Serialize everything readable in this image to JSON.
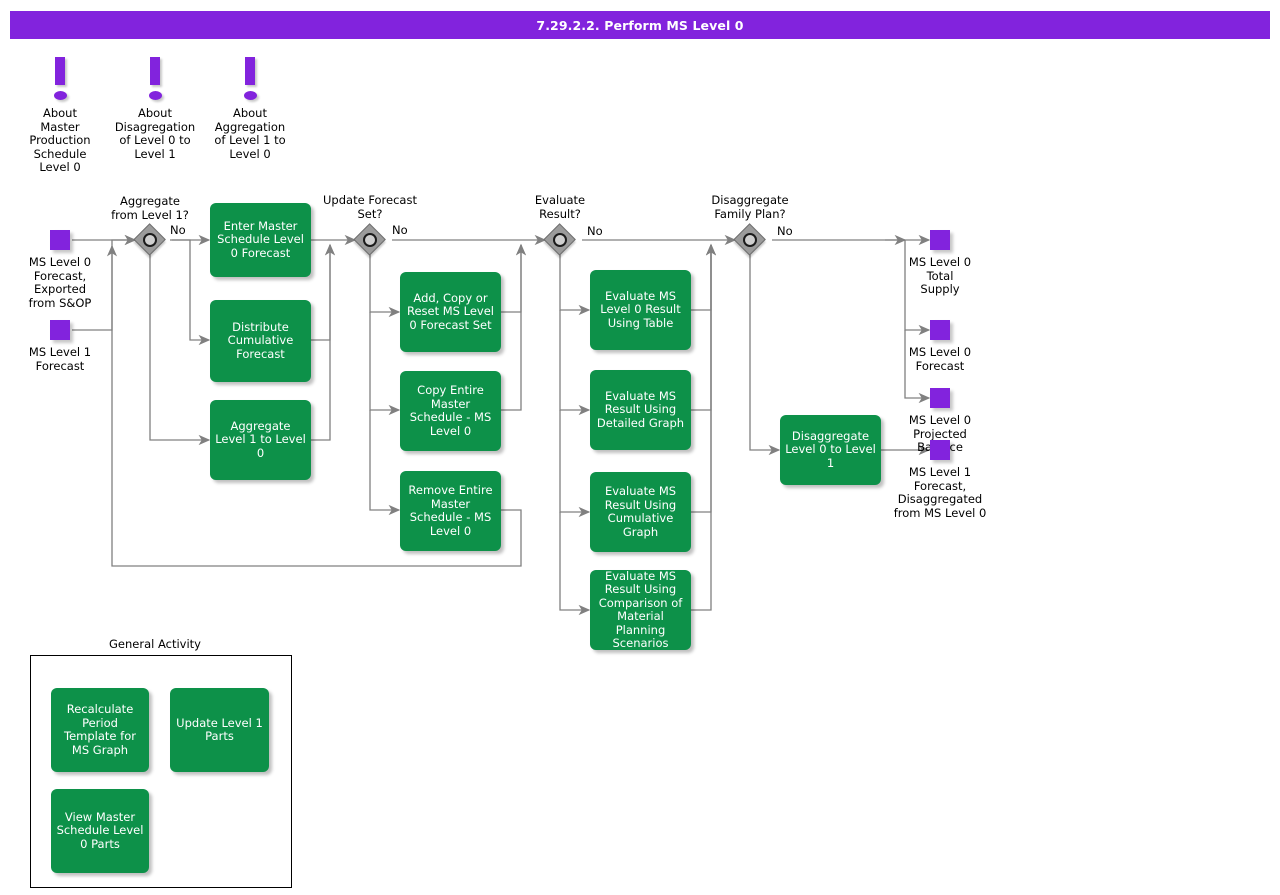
{
  "header": {
    "title": "7.29.2.2. Perform MS Level 0"
  },
  "colors": {
    "header_bg": "#8223dd",
    "activity_green": "#0d9149",
    "terminal_purple": "#8223dd",
    "decision_gray": "#9b9b9b",
    "connector": "#808080"
  },
  "info_markers": [
    {
      "label": "About\nMaster\nProduction\nSchedule\nLevel 0"
    },
    {
      "label": "About\nDisagregation\nof Level 0 to\nLevel 1"
    },
    {
      "label": "About\nAggregation\nof Level 1 to\nLevel 0"
    }
  ],
  "inputs": [
    {
      "label": "MS Level 0\nForecast,\nExported\nfrom S&OP"
    },
    {
      "label": "MS Level 1\nForecast"
    }
  ],
  "outputs": [
    {
      "label": "MS Level 0\nTotal\nSupply"
    },
    {
      "label": "MS Level 0\nForecast"
    },
    {
      "label": "MS Level 0\nProjected\nBalance"
    },
    {
      "label": "MS Level 1\nForecast,\nDisaggregated\nfrom MS Level 0"
    }
  ],
  "decisions": [
    {
      "question": "Aggregate\nfrom Level 1?",
      "no_label": "No"
    },
    {
      "question": "Update Forecast\nSet?",
      "no_label": "No"
    },
    {
      "question": "Evaluate\nResult?",
      "no_label": "No"
    },
    {
      "question": "Disaggregate\nFamily Plan?",
      "no_label": "No"
    }
  ],
  "activities": {
    "col1": [
      {
        "label": "Enter Master Schedule Level 0 Forecast"
      },
      {
        "label": "Distribute Cumulative Forecast"
      },
      {
        "label": "Aggregate Level 1 to Level 0"
      }
    ],
    "col2": [
      {
        "label": "Add, Copy or Reset MS Level 0 Forecast Set"
      },
      {
        "label": "Copy Entire Master Schedule - MS Level 0"
      },
      {
        "label": "Remove Entire Master Schedule - MS Level 0"
      }
    ],
    "col3": [
      {
        "label": "Evaluate MS Level 0 Result Using Table"
      },
      {
        "label": "Evaluate MS Result Using Detailed Graph"
      },
      {
        "label": "Evaluate MS Result Using Cumulative Graph"
      },
      {
        "label": "Evaluate MS Result Using Comparison of Material Planning Scenarios"
      }
    ],
    "col4": [
      {
        "label": "Disaggregate Level 0 to Level 1"
      }
    ]
  },
  "general_activity": {
    "title": "General Activity",
    "items": [
      {
        "label": "Recalculate Period Template for MS Graph"
      },
      {
        "label": "Update Level 1 Parts"
      },
      {
        "label": "View Master Schedule Level 0 Parts"
      }
    ]
  }
}
